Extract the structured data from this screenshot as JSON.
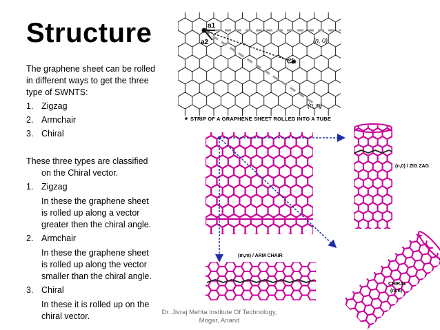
{
  "slide": {
    "title": "Structure",
    "intro": [
      "The graphene sheet can be rolled",
      "in different ways to get the three",
      "type of SWNTS:"
    ],
    "types": [
      {
        "num": "1.",
        "label": "Zigzag"
      },
      {
        "num": "2.",
        "label": "Armchair"
      },
      {
        "num": "3.",
        "label": "Chiral"
      }
    ],
    "classified": [
      "These three types are classified",
      "on the Chiral vector."
    ],
    "details": [
      {
        "num": "1.",
        "label": "Zigzag",
        "lines": [
          "In these the graphene sheet",
          "is rolled up along a vector",
          "greater then the chiral angle."
        ]
      },
      {
        "num": "2.",
        "label": "Armchair",
        "lines": [
          "In these the graphene sheet",
          "is rolled up along the vector",
          "smaller than the chiral angle."
        ]
      },
      {
        "num": "3.",
        "label": "Chiral",
        "lines": [
          "In these it is rolled up on the",
          "chiral vector."
        ]
      }
    ],
    "footer": [
      "Dr. Jivraj Mehta Institute Of Technology,",
      "Mogar, Anand"
    ]
  },
  "figure": {
    "vector_labels": {
      "a1": "a1",
      "a2": "a2",
      "ch": "Ch",
      "zigzag_axis": "(n, 0)",
      "armchair_axis": "(n, n)"
    },
    "caption": "STRIP OF A GRAPHENE SHEET ROLLED INTO A TUBE",
    "zigzag_label": "(n,0) / ZIG ZAG",
    "armchair_label": "(m,m) / ARM CHAIR",
    "chiral_label": "CHIRAL",
    "chiral_indices": "(m,n)",
    "colors": {
      "tube": "#cc0099",
      "arrow": "#1f2fa8",
      "dark_line": "#222222",
      "dashed": "#a0a0a0"
    }
  }
}
